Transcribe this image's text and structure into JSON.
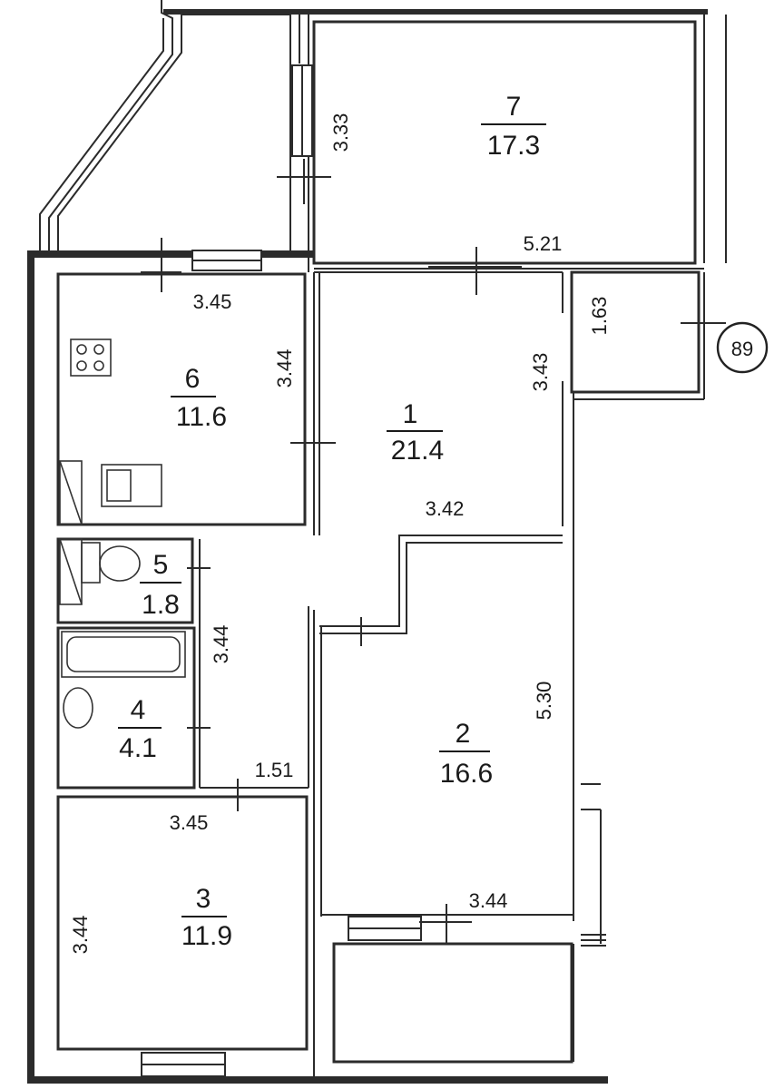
{
  "rooms": [
    {
      "id": "r1",
      "number": "1",
      "area": "21.4"
    },
    {
      "id": "r2",
      "number": "2",
      "area": "16.6"
    },
    {
      "id": "r3",
      "number": "3",
      "area": "11.9"
    },
    {
      "id": "r4",
      "number": "4",
      "area": "4.1"
    },
    {
      "id": "r5",
      "number": "5",
      "area": "1.8"
    },
    {
      "id": "r6",
      "number": "6",
      "area": "11.6"
    },
    {
      "id": "r7",
      "number": "7",
      "area": "17.3"
    }
  ],
  "dimensions": {
    "d_333": "3.33",
    "d_521": "5.21",
    "d_345_top": "3.45",
    "d_344_kitchen": "3.44",
    "d_163": "1.63",
    "d_343": "3.43",
    "d_342": "3.42",
    "d_344_corridor": "3.44",
    "d_530": "5.30",
    "d_151": "1.51",
    "d_345_bottom": "3.45",
    "d_344_bottom": "3.44",
    "d_344_left": "3.44"
  },
  "marker": {
    "label": "89"
  }
}
